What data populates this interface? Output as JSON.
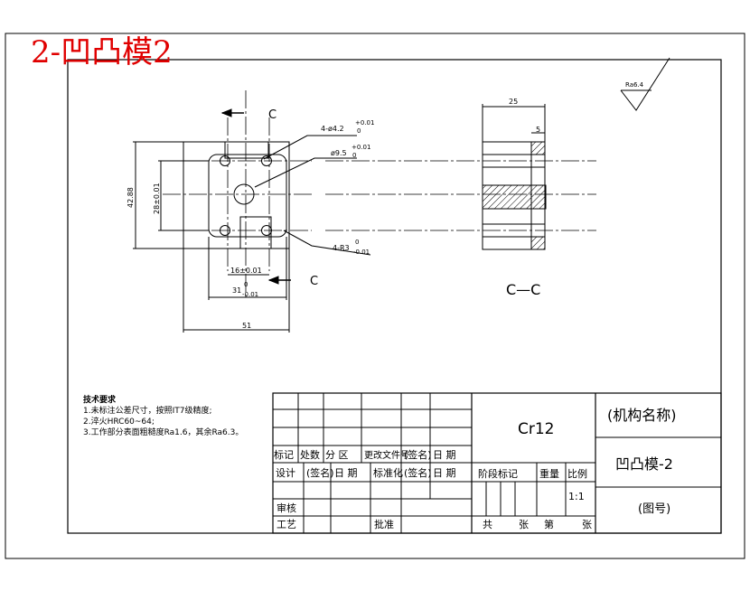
{
  "heading": "2-凹凸模2",
  "roughness_symbol": "Ra6.4",
  "section_marker": "C",
  "section_label": "C—C",
  "front_view": {
    "dim_hole_spec": "4-ø4.2",
    "dim_hole_tol_upper": "+0.01",
    "dim_hole_tol_lower": "0",
    "dim_center_hole": "ø9.5",
    "dim_center_hole_tol_upper": "+0.01",
    "dim_center_hole_tol_lower": "0",
    "dim_corner": "4-R3",
    "dim_corner_tol_upper": "0",
    "dim_corner_tol_lower": "-0.01",
    "dim_height_outer": "42.88",
    "dim_height_inner": "28±0.01",
    "dim_hole_spacing": "16±0.01",
    "dim_width_inner": "31",
    "dim_width_inner_tol_upper": "0",
    "dim_width_inner_tol_lower": "-0.01",
    "dim_width_outer": "51"
  },
  "section_view": {
    "dim_thickness": "25",
    "dim_step": "5"
  },
  "tech_notes": {
    "title": "技术要求",
    "lines": [
      "1.未标注公差尺寸，按照IT7级精度;",
      "2.淬火HRC60~64;",
      "3.工作部分表面粗糙度Ra1.6，其余Ra6.3。"
    ]
  },
  "title_block": {
    "material": "Cr12",
    "mechanism_name": "(机构名称)",
    "part_name": "凹凸模-2",
    "drawing_no": "(图号)",
    "scale": "1:1",
    "headers_row1": [
      "标记",
      "处数",
      "分  区",
      "更改文件号",
      "(签名)",
      "日  期"
    ],
    "headers_row2": [
      "设计",
      "(签名)",
      "日  期",
      "标准化",
      "(签名)",
      "日  期"
    ],
    "stage_label": "阶段标记",
    "weight_label": "重量",
    "scale_label": "比例",
    "review_label": "审核",
    "process_label": "工艺",
    "approve_label": "批准",
    "sheets_total_label": "共",
    "sheets_unit_label": "张",
    "sheet_no_label": "第",
    "sheet_no_unit_label": "张"
  }
}
